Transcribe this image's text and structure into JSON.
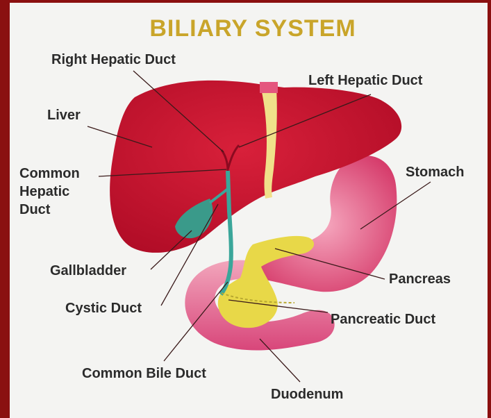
{
  "title": "BILIARY SYSTEM",
  "labels": {
    "right_hepatic_duct": "Right Hepatic Duct",
    "left_hepatic_duct": "Left Hepatic Duct",
    "liver": "Liver",
    "common_hepatic_duct_1": "Common",
    "common_hepatic_duct_2": "Hepatic",
    "common_hepatic_duct_3": "Duct",
    "stomach": "Stomach",
    "gallbladder": "Gallbladder",
    "pancreas": "Pancreas",
    "cystic_duct": "Cystic Duct",
    "pancreatic_duct": "Pancreatic Duct",
    "common_bile_duct": "Common Bile Duct",
    "duodenum": "Duodenum"
  },
  "colors": {
    "border": "#8a1010",
    "background": "#f4f4f2",
    "title": "#c9a52a",
    "liver": "#c8102e",
    "stomach": "#e4567e",
    "pancreas": "#e8d848",
    "bile_duct": "#3aa69a",
    "gallbladder": "#3a9a8a"
  }
}
